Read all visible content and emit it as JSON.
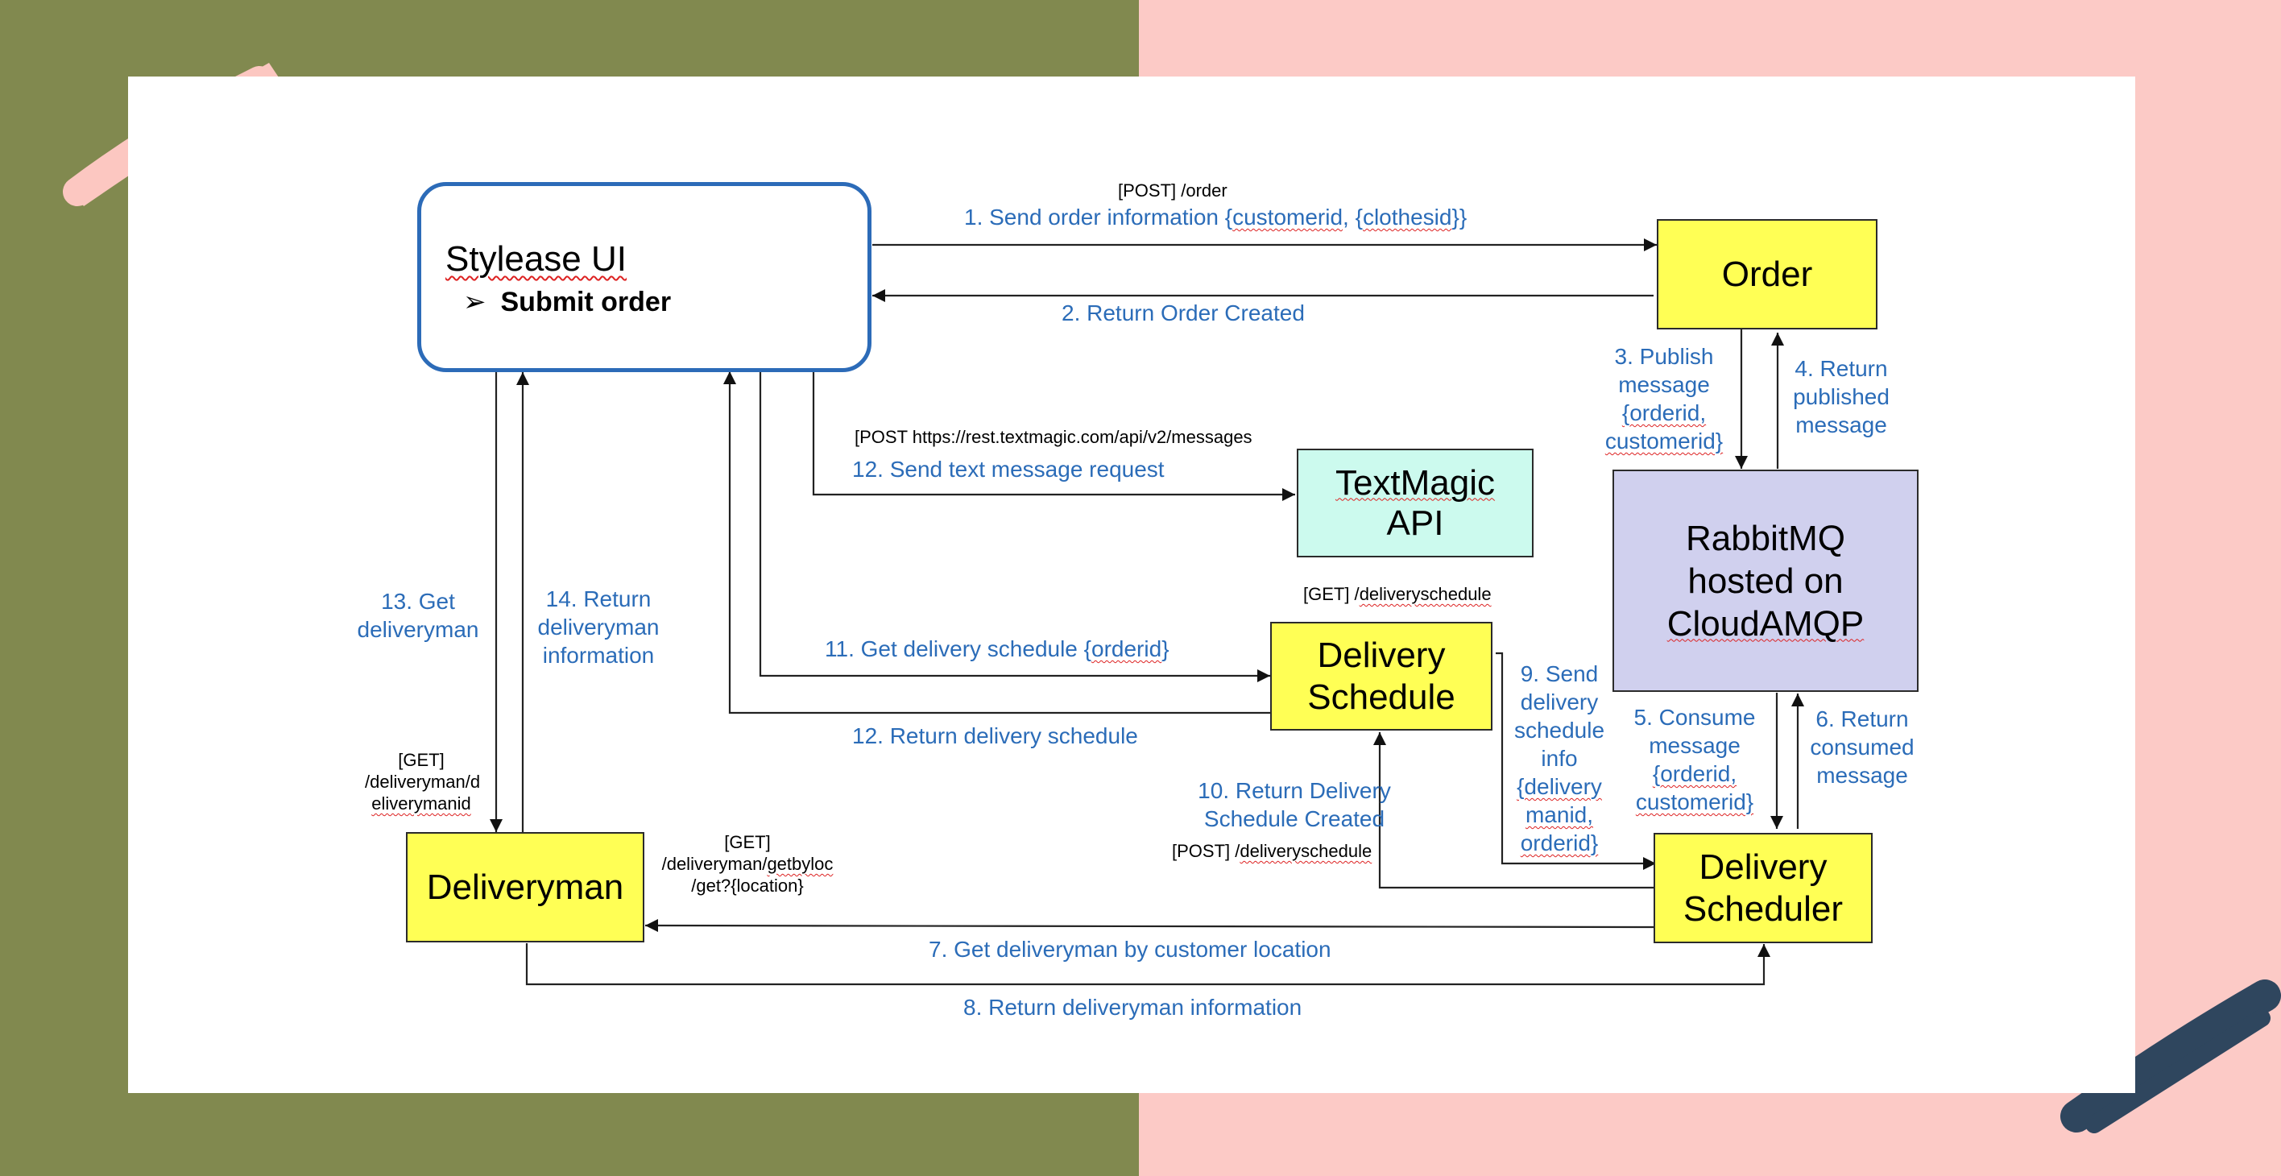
{
  "colors": {
    "left_bg": "#81894f",
    "right_bg": "#fccac6",
    "component": "#ffff55",
    "textmagic": "#ccfaee",
    "rabbitmq": "#d0d0ee",
    "ui_border": "#2c6bb8",
    "label_blue": "#2b6cb8"
  },
  "components": {
    "stylease_ui": {
      "title": "Stylease UI",
      "bullet": "Submit order"
    },
    "order": "Order",
    "textmagic": [
      "TextMagic",
      "API"
    ],
    "rabbitmq": [
      "RabbitMQ",
      "hosted on",
      "CloudAMQP"
    ],
    "delivery_schedule": [
      "Delivery",
      "Schedule"
    ],
    "deliveryman": "Deliveryman",
    "delivery_scheduler": [
      "Delivery",
      "Scheduler"
    ]
  },
  "endpoints": {
    "post_order": "[POST] /order",
    "post_textmagic": "[POST https://rest.textmagic.com/api/v2/messages",
    "get_deliveryschedule": "[GET] /deliveryschedule",
    "get_deliveryman_by_id": [
      "[GET]",
      "/deliveryman/d",
      "eliverymanid"
    ],
    "get_deliveryman_by_loc": [
      "[GET]",
      "/deliveryman/getbyloc",
      "/get?{location}"
    ],
    "post_deliveryschedule": "[POST] /deliveryschedule"
  },
  "flows": {
    "f1": "1. Send order information {customerid, {clothesid}}",
    "f2": "2. Return Order Created",
    "f3": [
      "3. Publish",
      "message",
      "{orderid,",
      "customerid}"
    ],
    "f4": [
      "4. Return",
      "published",
      "message"
    ],
    "f5": [
      "5. Consume",
      "message",
      "{orderid,",
      "customerid}"
    ],
    "f6": [
      "6. Return",
      "consumed",
      "message"
    ],
    "f7": "7. Get deliveryman by customer location",
    "f8": "8. Return deliveryman information",
    "f9": [
      "9. Send",
      "delivery",
      "schedule",
      "info",
      "{delivery",
      "manid,",
      "orderid}"
    ],
    "f10": [
      "10. Return Delivery",
      "Schedule Created"
    ],
    "f11": "11. Get delivery schedule {orderid}",
    "f12a": "12. Send text message request",
    "f12b": "12. Return delivery schedule",
    "f13": [
      "13. Get",
      "deliveryman"
    ],
    "f14": [
      "14. Return",
      "deliveryman",
      "information"
    ]
  }
}
